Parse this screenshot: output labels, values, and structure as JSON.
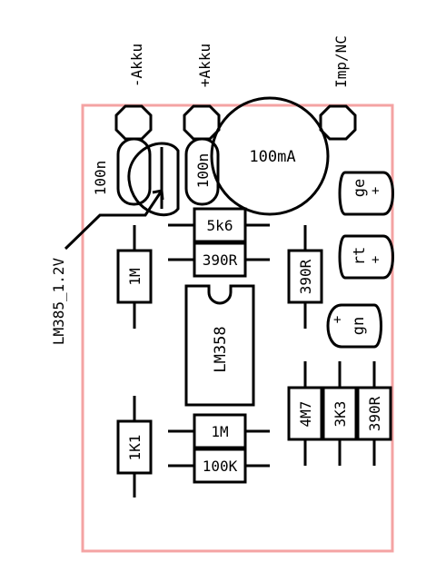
{
  "colors": {
    "outline": "#f4a3a3",
    "ink": "#000000",
    "background": "#ffffff"
  },
  "connectors": {
    "minus_akku": "-Akku",
    "plus_akku": "+Akku",
    "imp_nc": "Imp/NC"
  },
  "components": {
    "c1": "100n",
    "c2": "100n",
    "meter": "100mA",
    "r_5k6": "5k6",
    "r_390r_top": "390R",
    "r_1m_left": "1M",
    "r_390r_right": "390R",
    "ic": "LM358",
    "r_1k1": "1K1",
    "r_1m_bottom": "1M",
    "r_100k": "100K",
    "r_4m7": "4M7",
    "r_3k3": "3K3",
    "r_390r_bottom": "390R",
    "ref_label": "LM385_1.2V"
  },
  "leds": {
    "ge": {
      "text": "ge",
      "sign": "+"
    },
    "rt": {
      "text": "rt",
      "sign": "+"
    },
    "gn": {
      "text": "gn",
      "sign": "+"
    }
  }
}
